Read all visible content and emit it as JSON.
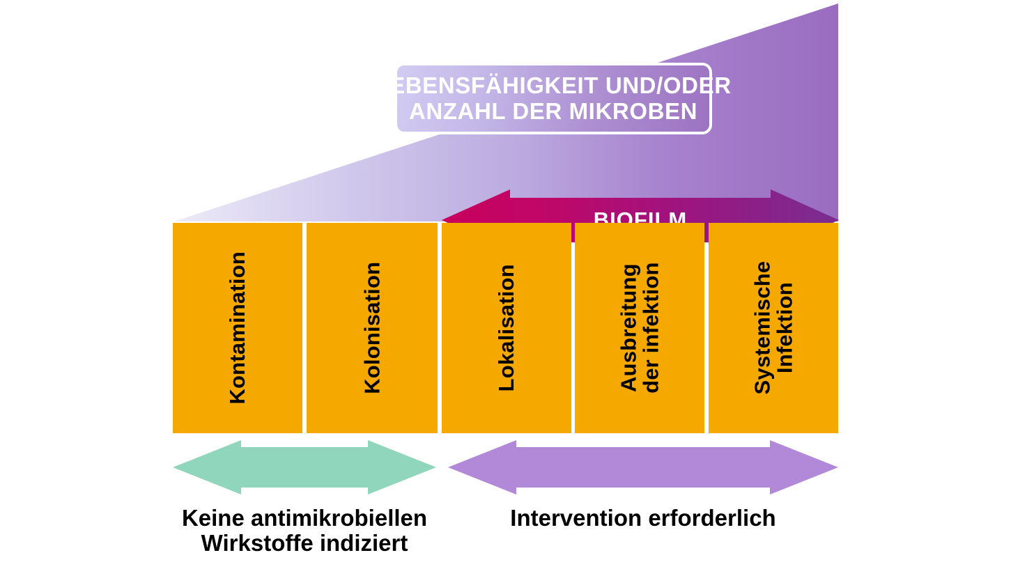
{
  "figure": {
    "title_banner": {
      "line1": "LEBENSFÄHIGKEIT UND/ODER",
      "line2": "ANZAHL DER MIKROBEN"
    },
    "biofilm_arrow": {
      "label": "BIOFILM",
      "direction": "double",
      "gradient_from": "#C9005C",
      "gradient_to": "#7D2C8F"
    },
    "stages": [
      {
        "label": "Kontamination",
        "color": "#F5A800",
        "group": "no-intervention"
      },
      {
        "label": "Kolonisation",
        "color": "#F5A800",
        "group": "no-intervention"
      },
      {
        "label": "Lokalisation",
        "color": "#F5A800",
        "group": "intervention"
      },
      {
        "label": "Ausbreitung\nder infektion",
        "color": "#F5A800",
        "group": "intervention"
      },
      {
        "label": "Systemische\nInfektion",
        "color": "#F5A800",
        "group": "intervention"
      }
    ],
    "brackets": [
      {
        "caption": "Keine antimikrobiellen\nWirkstoffe indiziert",
        "arrow_color": "#8FD6BD",
        "direction": "double"
      },
      {
        "caption": "Intervention erforderlich",
        "arrow_color": "#B288D9",
        "direction": "double"
      }
    ],
    "wedge": {
      "description": "rising gradient wedge",
      "color_from": "#E2DEF5",
      "color_to": "#9B6FC0"
    }
  }
}
